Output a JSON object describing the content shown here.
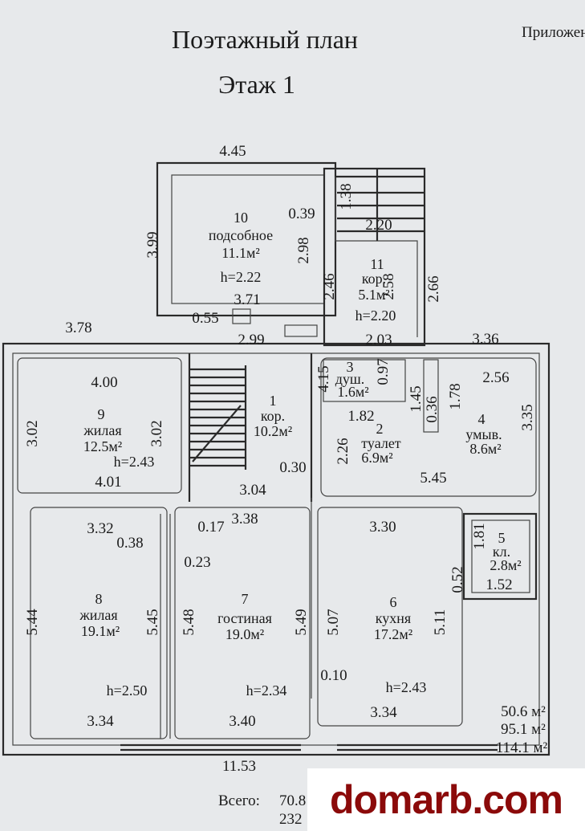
{
  "header": {
    "title": "Поэтажный план",
    "floor": "Этаж 1",
    "appendix": "Приложен"
  },
  "rooms": [
    {
      "num": "10",
      "name": "подсобное",
      "area": "11.1м²",
      "h": "h=2.22"
    },
    {
      "num": "11",
      "name": "кор.",
      "area": "5.1м²",
      "h": "h=2.20"
    },
    {
      "num": "1",
      "name": "кор.",
      "area": "10.2м²"
    },
    {
      "num": "3",
      "name": "душ.",
      "area": "1.6м²"
    },
    {
      "num": "2",
      "name": "туалет",
      "area": "6.9м²"
    },
    {
      "num": "4",
      "name": "умыв.",
      "area": "8.6м²"
    },
    {
      "num": "9",
      "name": "жилая",
      "area": "12.5м²",
      "h": "h=2.43"
    },
    {
      "num": "8",
      "name": "жилая",
      "area": "19.1м²",
      "h": "h=2.50"
    },
    {
      "num": "7",
      "name": "гостиная",
      "area": "19.0м²",
      "h": "h=2.34"
    },
    {
      "num": "6",
      "name": "кухня",
      "area": "17.2м²",
      "h": "h=2.43"
    },
    {
      "num": "5",
      "name": "кл.",
      "area": "2.8м²"
    }
  ],
  "dims_h": [
    "4.45",
    "0.39",
    "2.20",
    "3.71",
    "0.55",
    "3.78",
    "2.99",
    "2.03",
    "3.36",
    "4.00",
    "1.82",
    "2.56",
    "4.01",
    "3.04",
    "0.30",
    "5.45",
    "3.32",
    "3.38",
    "0.17",
    "3.30",
    "0.38",
    "0.23",
    "1.52",
    "0.10",
    "3.34",
    "3.40",
    "3.34",
    "11.53"
  ],
  "dims_v": [
    "3.99",
    "1.38",
    "2.98",
    "2.46",
    "2.58",
    "2.66",
    "4.15",
    "0.97",
    "1.45",
    "0.36",
    "1.78",
    "3.35",
    "3.02",
    "3.02",
    "2.26",
    "1.81",
    "0.52",
    "5.44",
    "5.45",
    "5.48",
    "5.49",
    "5.07",
    "5.11"
  ],
  "totals": {
    "a": "50.6 м²",
    "b": "95.1 м²",
    "c": "114.1 м²"
  },
  "summary": {
    "label": "Всего:",
    "v1": "70.8",
    "v2": "232"
  },
  "watermark": "domarb.com"
}
